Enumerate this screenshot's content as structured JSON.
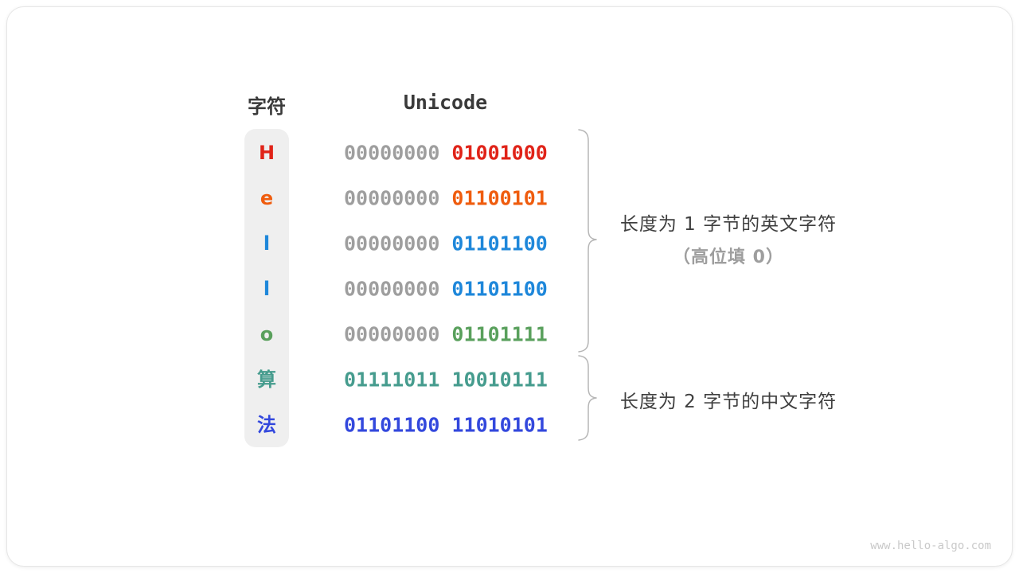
{
  "table": {
    "header": {
      "char_label": "字符",
      "unicode_label": "Unicode"
    },
    "rows": [
      {
        "char": "H",
        "color": "#e02318",
        "gray_prefix": "00000000",
        "bits": "01001000"
      },
      {
        "char": "e",
        "color": "#ef5c0e",
        "gray_prefix": "00000000",
        "bits": "01100101"
      },
      {
        "char": "l",
        "color": "#1e87da",
        "gray_prefix": "00000000",
        "bits": "01101100"
      },
      {
        "char": "l",
        "color": "#1e87da",
        "gray_prefix": "00000000",
        "bits": "01101100"
      },
      {
        "char": "o",
        "color": "#59a05c",
        "gray_prefix": "00000000",
        "bits": "01101111"
      },
      {
        "char": "算",
        "color": "#469c8e",
        "bits": "01111011 10010111"
      },
      {
        "char": "法",
        "color": "#3348dd",
        "bits": "01101100 11010101"
      }
    ]
  },
  "annotations": {
    "group1": {
      "line1": "长度为 1 字节的英文字符",
      "line2": "（高位填 0）"
    },
    "group2": {
      "line1": "长度为 2 字节的中文字符"
    }
  },
  "watermark": "www.hello-algo.com",
  "palette": {
    "gray_bits": "#9e9e9e",
    "header_text": "#3a3a3a",
    "annotation_text": "#3f3f3f",
    "annotation_muted": "#9e9e9e",
    "brace": "#b5b5b5",
    "char_column_bg": "#efefef",
    "watermark": "#c9c9c9"
  }
}
